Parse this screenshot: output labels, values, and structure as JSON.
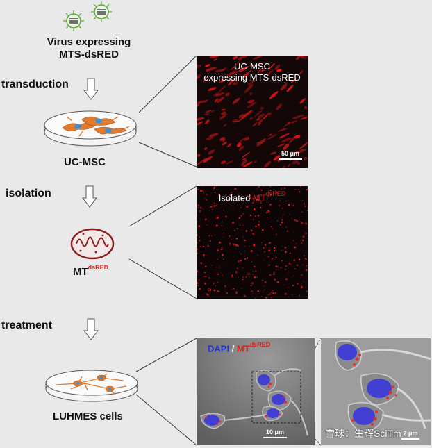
{
  "virus": {
    "label_line1": "Virus expressing",
    "label_line2": "MTS-dsRED"
  },
  "steps": {
    "transduction": "transduction",
    "isolation": "isolation",
    "treatment": "treatment"
  },
  "cells": {
    "uc_msc": "UC-MSC",
    "mt_base": "MT",
    "mt_sup": "dsRED",
    "luhmes": "LUHMES cells"
  },
  "panels": {
    "panel1": {
      "title_line1": "UC-MSC",
      "title_line2": "expressing MTS-dsRED",
      "scale": "50 μm"
    },
    "panel2": {
      "title_white": "Isolated ",
      "title_red": "MT",
      "title_sup": "dsRED"
    },
    "panel3": {
      "dapi": "DAPI",
      "slash": " / ",
      "mt": "MT",
      "mt_sup": "dsRED",
      "scale": "10 μm"
    },
    "panel4": {
      "scale": "2 μm"
    }
  },
  "watermark": "雪球：生辉SciTm",
  "colors": {
    "background": "#e9e9e9",
    "mito_red": "#d8221c",
    "dapi_blue": "#1c33d8",
    "cell_orange": "#e07b2d"
  }
}
